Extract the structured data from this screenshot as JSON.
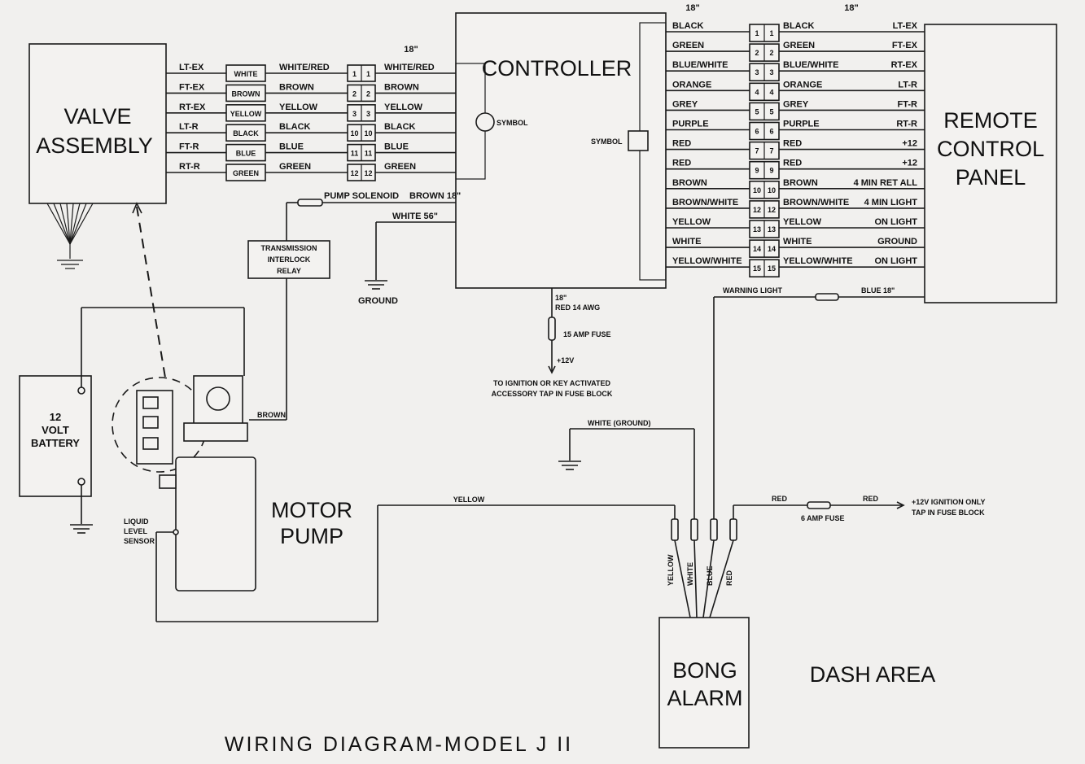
{
  "title": "WIRING DIAGRAM-MODEL J II",
  "valve_assembly": {
    "line1": "VALVE",
    "line2": "ASSEMBLY"
  },
  "controller": {
    "label": "CONTROLLER",
    "symbol_left": "SYMBOL",
    "symbol_right": "SYMBOL",
    "gauge_top": "18\""
  },
  "remote_panel": {
    "line1": "REMOTE",
    "line2": "CONTROL",
    "line3": "PANEL"
  },
  "battery": {
    "line1": "12",
    "line2": "VOLT",
    "line3": "BATTERY"
  },
  "motor_pump": {
    "line1": "MOTOR",
    "line2": "PUMP",
    "sensor1": "LIQUID",
    "sensor2": "LEVEL",
    "sensor3": "SENSOR",
    "brown": "BROWN"
  },
  "bong_alarm": {
    "line1": "BONG",
    "line2": "ALARM"
  },
  "dash_area": "DASH AREA",
  "left_gauge": "18\"",
  "valve_wires": [
    {
      "func": "LT-EX",
      "valve_color": "WHITE",
      "wire": "WHITE/RED",
      "pin": "1",
      "ctrl_wire": "WHITE/RED"
    },
    {
      "func": "FT-EX",
      "valve_color": "BROWN",
      "wire": "BROWN",
      "pin": "2",
      "ctrl_wire": "BROWN"
    },
    {
      "func": "RT-EX",
      "valve_color": "YELLOW",
      "wire": "YELLOW",
      "pin": "3",
      "ctrl_wire": "YELLOW"
    },
    {
      "func": "LT-R",
      "valve_color": "BLACK",
      "wire": "BLACK",
      "pin": "10",
      "ctrl_wire": "BLACK"
    },
    {
      "func": "FT-R",
      "valve_color": "BLUE",
      "wire": "BLUE",
      "pin": "11",
      "ctrl_wire": "BLUE"
    },
    {
      "func": "RT-R",
      "valve_color": "GREEN",
      "wire": "GREEN",
      "pin": "12",
      "ctrl_wire": "GREEN"
    }
  ],
  "right_gauge_left": "18\"",
  "right_gauge_right": "18\"",
  "remote_wires": [
    {
      "ctrl_wire": "BLACK",
      "pin": "1",
      "panel_wire": "BLACK",
      "func": "LT-EX"
    },
    {
      "ctrl_wire": "GREEN",
      "pin": "2",
      "panel_wire": "GREEN",
      "func": "FT-EX"
    },
    {
      "ctrl_wire": "BLUE/WHITE",
      "pin": "3",
      "panel_wire": "BLUE/WHITE",
      "func": "RT-EX"
    },
    {
      "ctrl_wire": "ORANGE",
      "pin": "4",
      "panel_wire": "ORANGE",
      "func": "LT-R"
    },
    {
      "ctrl_wire": "GREY",
      "pin": "5",
      "panel_wire": "GREY",
      "func": "FT-R"
    },
    {
      "ctrl_wire": "PURPLE",
      "pin": "6",
      "panel_wire": "PURPLE",
      "func": "RT-R"
    },
    {
      "ctrl_wire": "RED",
      "pin": "7",
      "panel_wire": "RED",
      "func": "+12"
    },
    {
      "ctrl_wire": "RED",
      "pin": "9",
      "panel_wire": "RED",
      "func": "+12"
    },
    {
      "ctrl_wire": "BROWN",
      "pin": "10",
      "panel_wire": "BROWN",
      "func": "4 MIN RET ALL"
    },
    {
      "ctrl_wire": "BROWN/WHITE",
      "pin": "12",
      "panel_wire": "BROWN/WHITE",
      "func": "4 MIN LIGHT"
    },
    {
      "ctrl_wire": "YELLOW",
      "pin": "13",
      "panel_wire": "YELLOW",
      "func": "ON LIGHT"
    },
    {
      "ctrl_wire": "WHITE",
      "pin": "14",
      "panel_wire": "WHITE",
      "func": "GROUND"
    },
    {
      "ctrl_wire": "YELLOW/WHITE",
      "pin": "15",
      "panel_wire": "YELLOW/WHITE",
      "func": "ON LIGHT"
    }
  ],
  "pump_solenoid": {
    "label": "PUMP SOLENOID",
    "wire": "BROWN 18\""
  },
  "white_wire": "WHITE  56\"",
  "ground": "GROUND",
  "relay": {
    "line1": "TRANSMISSION",
    "line2": "INTERLOCK",
    "line3": "RELAY"
  },
  "power_feed": {
    "gauge": "18\"",
    "wire": "RED 14 AWG",
    "fuse": "15 AMP FUSE",
    "voltage": "+12V",
    "note1": "TO IGNITION OR KEY ACTIVATED",
    "note2": "ACCESSORY TAP IN FUSE BLOCK"
  },
  "warning_light": {
    "label": "WARNING LIGHT",
    "wire": "BLUE 18\""
  },
  "white_ground": "WHITE (GROUND)",
  "yellow_wire": "YELLOW",
  "alarm_fuse": {
    "red1": "RED",
    "fuse": "6 AMP FUSE",
    "red2": "RED",
    "note1": "+12V IGNITION ONLY",
    "note2": "TAP IN FUSE BLOCK"
  },
  "alarm_leads": [
    "YELLOW",
    "WHITE",
    "BLUE",
    "RED"
  ]
}
